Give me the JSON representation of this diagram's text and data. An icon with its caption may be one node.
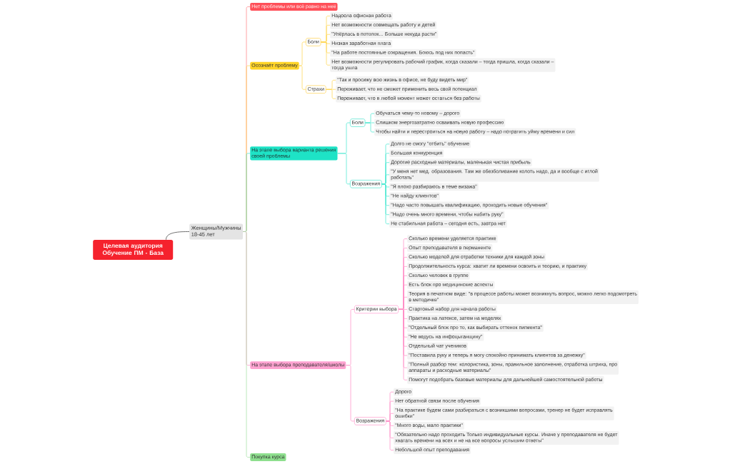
{
  "diagram": {
    "nodes": [
      {
        "text": [
          "Целевая аудитория Обучение ПМ - База"
        ]
      },
      {
        "text": [
          "Женщины/Мужчины 18-45 лет"
        ]
      },
      {
        "text": [
          "Нет проблемы или всё равно на неё"
        ]
      },
      {
        "text": [
          "Осознаёт проблему"
        ]
      },
      {
        "text": [
          "Боли"
        ]
      },
      {
        "text": [
          "Надоела офисная работа"
        ]
      },
      {
        "text": [
          "Нет возможности совмещать работу и детей"
        ]
      },
      {
        "text": [
          "\"Упёрлась в потолок... Больше некуда расти\""
        ]
      },
      {
        "text": [
          "Низкая заработная плата"
        ]
      },
      {
        "text": [
          "\"На работе постоянные сокращения. Боюсь под них попасть\""
        ]
      },
      {
        "text": [
          "Нет возможности регулировать рабочий график, когда сказали – тогда пришла, когда сказали – тогда ушла"
        ]
      },
      {
        "text": [
          "Страхи"
        ]
      },
      {
        "text": [
          "\"Так и просижу всю жизнь в офисе, не буду видеть мир\""
        ]
      },
      {
        "text": [
          "Переживает, что не сможет применить весь свой потенциал"
        ]
      },
      {
        "text": [
          "Переживает, что в любой момент может остаться без работы"
        ]
      },
      {
        "text": [
          "На этапе выбора варианта решения своей проблемы"
        ]
      },
      {
        "text": [
          "Боли"
        ]
      },
      {
        "text": [
          "Обучаться чему-то новому – дорого"
        ]
      },
      {
        "text": [
          "Слишком энергозатратно осваивать новую профессию"
        ]
      },
      {
        "text": [
          "Чтобы найти и перестроиться на новую работу – надо потратить уйму времени и сил"
        ]
      },
      {
        "text": [
          "Возражения"
        ]
      },
      {
        "text": [
          "Долго не смогу \"отбить\" обучение"
        ]
      },
      {
        "text": [
          "Большая конкуренция"
        ]
      },
      {
        "text": [
          "Дорогие расходные материалы, маленькая чистая прибыль"
        ]
      },
      {
        "text": [
          "\"У меня нет мед. образования. Там же обезболивание колоть надо, да и вообще с иглой работать\""
        ]
      },
      {
        "text": [
          "\"Я плохо разбираюсь в теме визажа\""
        ]
      },
      {
        "text": [
          "\"Не найду клиентов\""
        ]
      },
      {
        "text": [
          "\"Надо часто повышать квалификацию, проходить новые обучения\""
        ]
      },
      {
        "text": [
          "\"Надо очень много времени, чтобы набить руку\""
        ]
      },
      {
        "text": [
          "Не стабильная работа – сегодня есть, завтра нет"
        ]
      },
      {
        "text": [
          "На этапе выбора преподавателя/школы"
        ]
      },
      {
        "text": [
          "Критерии выбора"
        ]
      },
      {
        "text": [
          "Сколько времени уделяется практике"
        ]
      },
      {
        "text": [
          "Опыт преподавателя в перманенте"
        ]
      },
      {
        "text": [
          "Сколько моделей для отработки техники для каждой зоны"
        ]
      },
      {
        "text": [
          "Продолжительность курса: хватит ли времени освоить и теорию, и практику"
        ]
      },
      {
        "text": [
          "Сколько человек в группе"
        ]
      },
      {
        "text": [
          "Есть блок про медицинские аспекты"
        ]
      },
      {
        "text": [
          "Теория в печатном виде: \"в процессе работы может возникнуть вопрос, можно легко подсмотреть в методичке\""
        ]
      },
      {
        "text": [
          "Стартовый набор для начала работы"
        ]
      },
      {
        "text": [
          "Практика на латексе, затем на моделях"
        ]
      },
      {
        "text": [
          "\"Отдельный блок про то, как выбирать оттенок пигмента\""
        ]
      },
      {
        "text": [
          "\"Не ведусь на инфоцыганщину\""
        ]
      },
      {
        "text": [
          "Отдельный чат учеников"
        ]
      },
      {
        "text": [
          "\"Поставила руку и теперь я могу спокойно принимать клиентов за денежку\""
        ]
      },
      {
        "text": [
          "\"Полный разбор тем: колористика, зоны, правильное заполнение, отработка штриха, про аппараты и расходные материалы\""
        ]
      },
      {
        "text": [
          "Помогут подобрать базовые материалы для дальнейшей самостоятельной работы"
        ]
      },
      {
        "text": [
          "Возражения"
        ]
      },
      {
        "text": [
          "Дорого"
        ]
      },
      {
        "text": [
          "Нет обратной связи после обучения"
        ]
      },
      {
        "text": [
          "\"На практике будем сами разбираться с возникшими вопросами, тренер не будет исправлять ошибки\""
        ]
      },
      {
        "text": [
          "\"Много воды, мало практики\""
        ]
      },
      {
        "text": [
          "\"Обязательно надо проходить Только индивидуальные курсы. Иначе у преподавателя не будет хватать времени на всех и не на все вопросы услышим ответы\""
        ]
      },
      {
        "text": [
          "Небольшой опыт преподавания"
        ]
      },
      {
        "text": [
          "Покупка курса"
        ]
      }
    ],
    "edges": [
      {
        "from": 0,
        "to": 1,
        "arrow": "none",
        "color": "#333333"
      },
      {
        "from": 1,
        "to": 2,
        "arrow": "none",
        "color": "#ff7c80"
      },
      {
        "from": 1,
        "to": 3,
        "arrow": "none",
        "color": "#ffd447"
      },
      {
        "from": 3,
        "to": 4,
        "arrow": "none",
        "color": "#ffd447"
      },
      {
        "from": 4,
        "to": 5,
        "arrow": "none",
        "color": "#ffd447"
      },
      {
        "from": 4,
        "to": 6,
        "arrow": "none",
        "color": "#ffd447"
      },
      {
        "from": 4,
        "to": 7,
        "arrow": "none",
        "color": "#ffd447"
      },
      {
        "from": 4,
        "to": 8,
        "arrow": "none",
        "color": "#ffd447"
      },
      {
        "from": 4,
        "to": 9,
        "arrow": "none",
        "color": "#ffd447"
      },
      {
        "from": 4,
        "to": 10,
        "arrow": "none",
        "color": "#ffd447"
      },
      {
        "from": 3,
        "to": 11,
        "arrow": "none",
        "color": "#ffd447"
      },
      {
        "from": 11,
        "to": 12,
        "arrow": "none",
        "color": "#ffd447"
      },
      {
        "from": 11,
        "to": 13,
        "arrow": "none",
        "color": "#ffd447"
      },
      {
        "from": 11,
        "to": 14,
        "arrow": "none",
        "color": "#ffd447"
      },
      {
        "from": 1,
        "to": 15,
        "arrow": "none",
        "color": "#3fe6cf"
      },
      {
        "from": 15,
        "to": 16,
        "arrow": "none",
        "color": "#3fe6cf"
      },
      {
        "from": 16,
        "to": 17,
        "arrow": "none",
        "color": "#3fe6cf"
      },
      {
        "from": 16,
        "to": 18,
        "arrow": "none",
        "color": "#3fe6cf"
      },
      {
        "from": 16,
        "to": 19,
        "arrow": "none",
        "color": "#3fe6cf"
      },
      {
        "from": 15,
        "to": 20,
        "arrow": "none",
        "color": "#3fe6cf"
      },
      {
        "from": 20,
        "to": 21,
        "arrow": "none",
        "color": "#3fe6cf"
      },
      {
        "from": 20,
        "to": 22,
        "arrow": "none",
        "color": "#3fe6cf"
      },
      {
        "from": 20,
        "to": 23,
        "arrow": "none",
        "color": "#3fe6cf"
      },
      {
        "from": 20,
        "to": 24,
        "arrow": "none",
        "color": "#3fe6cf"
      },
      {
        "from": 20,
        "to": 25,
        "arrow": "none",
        "color": "#3fe6cf"
      },
      {
        "from": 20,
        "to": 26,
        "arrow": "none",
        "color": "#3fe6cf"
      },
      {
        "from": 20,
        "to": 27,
        "arrow": "none",
        "color": "#3fe6cf"
      },
      {
        "from": 20,
        "to": 28,
        "arrow": "none",
        "color": "#3fe6cf"
      },
      {
        "from": 20,
        "to": 29,
        "arrow": "none",
        "color": "#3fe6cf"
      },
      {
        "from": 1,
        "to": 30,
        "arrow": "none"
      },
      {
        "from": 30,
        "to": 31,
        "arrow": "none"
      },
      {
        "from": 31,
        "to": 32,
        "arrow": "none"
      },
      {
        "from": 31,
        "to": 33,
        "arrow": "none"
      },
      {
        "from": 31,
        "to": 34,
        "arrow": "none"
      },
      {
        "from": 31,
        "to": 35,
        "arrow": "none"
      },
      {
        "from": 31,
        "to": 36,
        "arrow": "none"
      },
      {
        "from": 31,
        "to": 37,
        "arrow": "none"
      },
      {
        "from": 31,
        "to": 38,
        "arrow": "none"
      },
      {
        "from": 31,
        "to": 39,
        "arrow": "none"
      },
      {
        "from": 31,
        "to": 40,
        "arrow": "none"
      },
      {
        "from": 31,
        "to": 41,
        "arrow": "none"
      },
      {
        "from": 31,
        "to": 42,
        "arrow": "none"
      },
      {
        "from": 31,
        "to": 43,
        "arrow": "none"
      },
      {
        "from": 31,
        "to": 44,
        "arrow": "none"
      },
      {
        "from": 31,
        "to": 45,
        "arrow": "none"
      },
      {
        "from": 31,
        "to": 46,
        "arrow": "none"
      },
      {
        "from": 30,
        "to": 47,
        "arrow": "none"
      },
      {
        "from": 47,
        "to": 48,
        "arrow": "none"
      },
      {
        "from": 47,
        "to": 49,
        "arrow": "none"
      },
      {
        "from": 47,
        "to": 50,
        "arrow": "none"
      },
      {
        "from": 47,
        "to": 51,
        "arrow": "none"
      },
      {
        "from": 47,
        "to": 52,
        "arrow": "none"
      },
      {
        "from": 47,
        "to": 53,
        "arrow": "none"
      },
      {
        "from": 1,
        "to": 54,
        "arrow": "none",
        "color": "#9fe09f"
      }
    ]
  }
}
